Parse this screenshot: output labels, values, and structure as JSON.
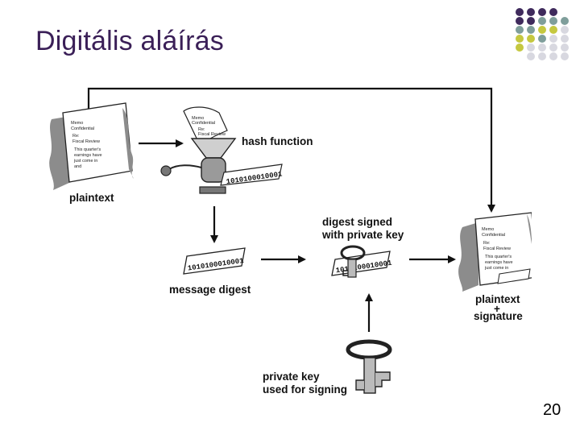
{
  "slide": {
    "title": "Digitális aláírás",
    "page_number": "20"
  },
  "diagram": {
    "labels": {
      "plaintext": "plaintext",
      "hash_function": "hash function",
      "message_digest": "message digest",
      "digest_signed_line1": "digest signed",
      "digest_signed_line2": "with private key",
      "plaintext_plus": "plaintext",
      "plus": "+",
      "signature": "signature",
      "private_key_line1": "private key",
      "private_key_line2": "used for signing"
    },
    "memo_text": {
      "line1": "Memo",
      "line2": "Confidential",
      "line3": "Re:",
      "line4": "Fiscal Review",
      "line5": "This quarter's",
      "line6": "earnings have",
      "line7": "just come in",
      "line8": "and"
    },
    "digest_value": "1010100010001",
    "digest_value_short": "1010100010001"
  },
  "colors": {
    "title": "#3a1f57",
    "dot_purple": "#3f2a5c",
    "dot_teal": "#7f9e9b",
    "dot_olive": "#c5c840",
    "dot_gray": "#d8d8e0"
  }
}
